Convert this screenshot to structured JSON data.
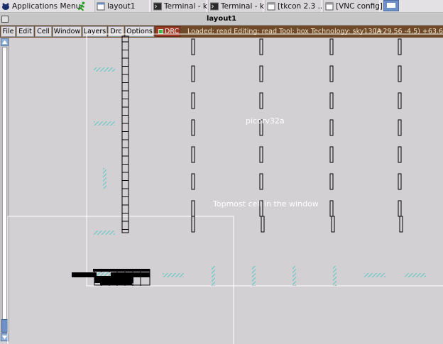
{
  "taskbar": {
    "apps_menu_label": "Applications Menu",
    "windows": [
      {
        "label": "layout1"
      },
      {
        "label": "Terminal - k..."
      },
      {
        "label": "Terminal - k..."
      },
      {
        "label": "[tkcon 2.3 ..."
      },
      {
        "label": "[VNC config]"
      }
    ]
  },
  "window": {
    "title": "layout1"
  },
  "menubar": {
    "items": [
      "File",
      "Edit",
      "Cell",
      "Window",
      "Layers",
      "Drc",
      "Options"
    ],
    "drc_label": "DRC",
    "status": "Loaded: read Editing: read Tool: box  Technology: sky130A",
    "coords": "(+29.56 -4.5) +63.6"
  },
  "canvas": {
    "labels": {
      "cell_name": "picorv32a",
      "topmost_note": "Topmost cell in the window"
    }
  },
  "colors": {
    "menubar_bg": "#6e4a2a",
    "drc_bg": "#9d3a25",
    "canvas_bg": "#d3d0d4",
    "hatch": "#5fc9c4"
  },
  "icons": {
    "apps": "xfce-mouse-icon",
    "launcher": "running-figure-icon",
    "window": "window-icon",
    "terminal": "terminal-icon"
  }
}
